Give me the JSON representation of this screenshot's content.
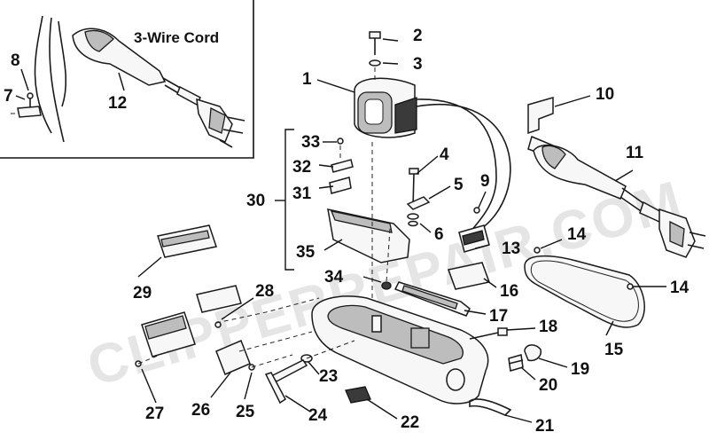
{
  "inset": {
    "title": "3-Wire Cord"
  },
  "watermark": "CLIPPERREPAIR.COM",
  "callouts": [
    "1",
    "2",
    "3",
    "4",
    "5",
    "6",
    "7",
    "8",
    "9",
    "10",
    "11",
    "12",
    "13",
    "14",
    "14",
    "15",
    "16",
    "17",
    "18",
    "19",
    "20",
    "21",
    "22",
    "23",
    "24",
    "25",
    "26",
    "27",
    "28",
    "29",
    "30",
    "31",
    "32",
    "33",
    "34",
    "35"
  ],
  "colors": {
    "line": "#111111",
    "background": "#ffffff",
    "watermark": "#cfcfcf"
  }
}
